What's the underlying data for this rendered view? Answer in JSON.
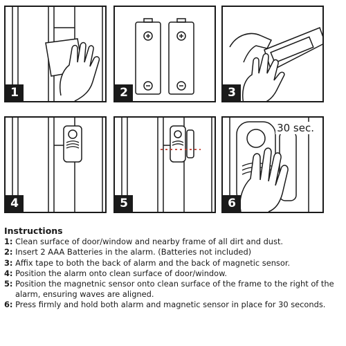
{
  "panels": [
    {
      "number": "1",
      "scene": "wiping surface with cloth"
    },
    {
      "number": "2",
      "scene": "two AAA batteries"
    },
    {
      "number": "3",
      "scene": "applying adhesive tape"
    },
    {
      "number": "4",
      "scene": "alarm placed on door"
    },
    {
      "number": "5",
      "scene": "sensor placed on frame with alignment line"
    },
    {
      "number": "6",
      "scene": "pressing and holding",
      "timer": "30 sec."
    }
  ],
  "instructions": {
    "title": "Instructions",
    "steps": [
      {
        "num": "1:",
        "text": "Clean surface of door/window and nearby frame of all dirt and dust."
      },
      {
        "num": "2:",
        "text": "Insert 2 AAA Batteries in the alarm. (Batteries not included)"
      },
      {
        "num": "3:",
        "text": "Affix tape to both the back of alarm and the back of magnetic sensor."
      },
      {
        "num": "4:",
        "text": "Position the alarm onto clean surface of door/window."
      },
      {
        "num": "5:",
        "text": "Position the magnetnic sensor onto clean surface of the frame to the right of the alarm, ensuring waves are aligned."
      },
      {
        "num": "6:",
        "text": "Press firmly and hold both alarm and magnetic sensor in place for 30 seconds."
      }
    ]
  },
  "colors": {
    "ink": "#1a1a1a",
    "alignment_line": "#c0392b"
  }
}
